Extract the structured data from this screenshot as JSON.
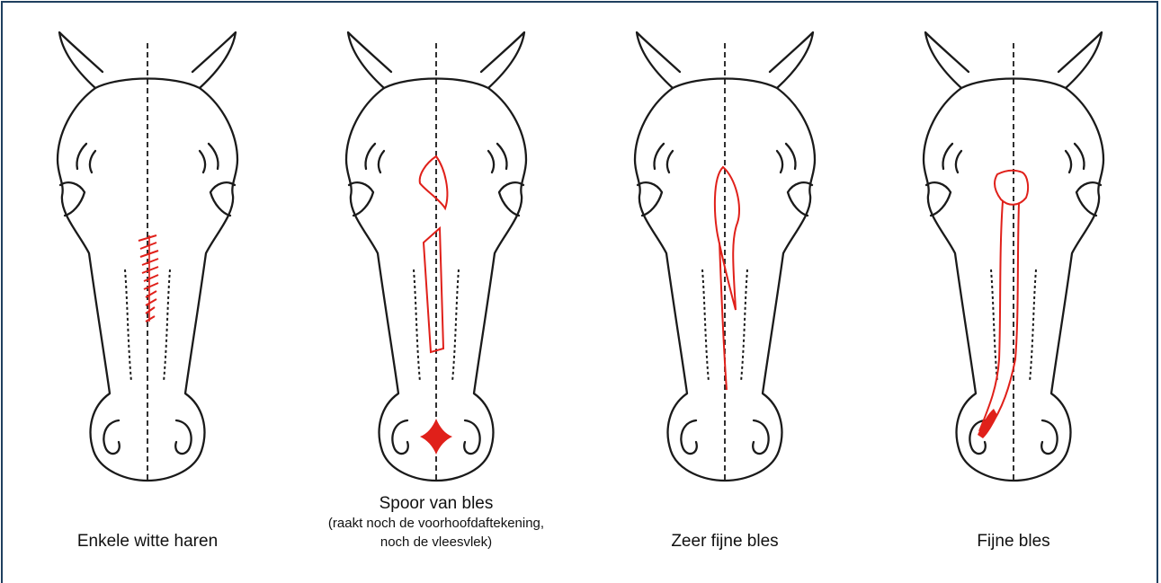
{
  "panels": [
    {
      "id": "enkele-witte-haren",
      "title": "Enkele witte haren",
      "subtitle": ""
    },
    {
      "id": "spoor-van-bles",
      "title": "Spoor van bles",
      "subtitle": "(raakt noch de voorhoofdaftekening, noch de vleesvlek)"
    },
    {
      "id": "zeer-fijne-bles",
      "title": "Zeer fijne bles",
      "subtitle": ""
    },
    {
      "id": "fijne-bles",
      "title": "Fijne bles",
      "subtitle": ""
    }
  ],
  "colors": {
    "outline": "#1a1a1a",
    "marking": "#e0201a",
    "frame": "#1f3f5f"
  }
}
